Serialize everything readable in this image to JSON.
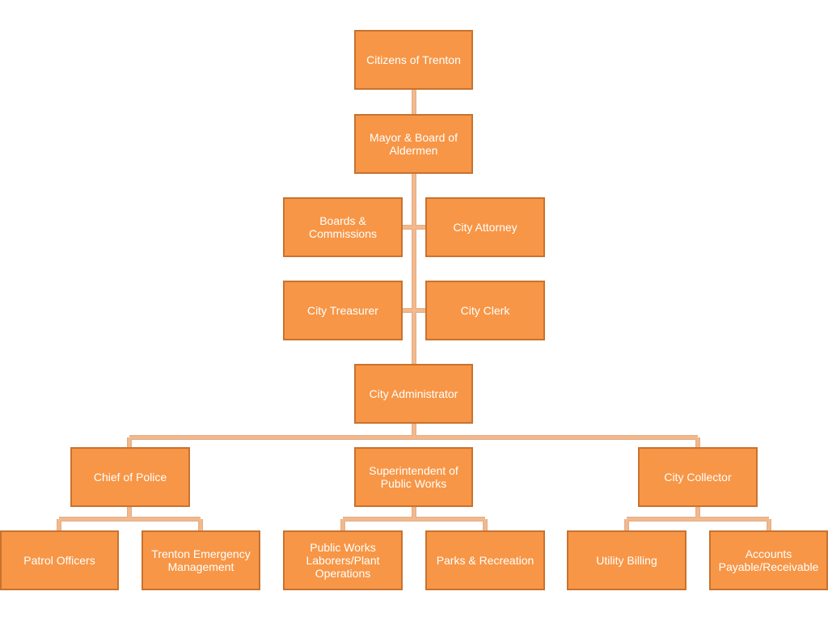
{
  "colors": {
    "box_fill": "#f79646",
    "box_border": "#c9722f",
    "connector": "#f4b183",
    "text": "#ffffff"
  },
  "org_chart": {
    "citizens": "Citizens of Trenton",
    "mayor": "Mayor & Board of Aldermen",
    "boards": "Boards & Commissions",
    "attorney": "City Attorney",
    "treasurer": "City Treasurer",
    "clerk": "City Clerk",
    "administrator": "City Administrator",
    "police_chief": "Chief of Police",
    "public_works_superintendent": "Superintendent of Public Works",
    "collector": "City Collector",
    "patrol": "Patrol Officers",
    "emergency": "Trenton Emergency Management",
    "pw_laborers": "Public Works Laborers/Plant Operations",
    "parks": "Parks & Recreation",
    "utility_billing": "Utility Billing",
    "accounts": "Accounts Payable/Receivable"
  }
}
